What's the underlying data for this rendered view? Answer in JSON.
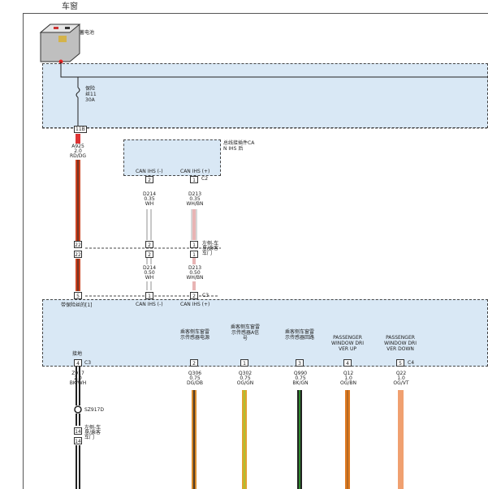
{
  "page": {
    "title": "车窗"
  },
  "battery": {
    "label": "蓄电池"
  },
  "fuse": {
    "label_line1": "保险",
    "label_line2": "丝11",
    "rating": "30A"
  },
  "module_top": {
    "label_line1": "总线接插件CA",
    "label_line2": "N IHS 后"
  },
  "inline_connector": {
    "label_line1": "左侧-车",
    "label_line2": "身/乘客",
    "label_line3": "车门"
  },
  "inline_connector2": {
    "label_line1": "左侧-车",
    "label_line2": "身/乘客",
    "label_line3": "车门"
  },
  "connectors": {
    "fuse_out": "11B",
    "c2": "C2",
    "c3": "C3",
    "c3b": "C3",
    "c4": "C4",
    "fuse_module_label": "带保险丝的[1]",
    "ground_label": "接地"
  },
  "pins": {
    "p22a": "22",
    "p22b": "22",
    "p5": "5",
    "c2_2": "2",
    "c2_1": "1",
    "mid_2": "2",
    "mid_1": "1",
    "mid_1b": "1",
    "mid_2b": "2",
    "low_1": "1",
    "low_2": "2",
    "g4": "4",
    "s2": "2",
    "s1": "1",
    "s3": "3",
    "s4": "4",
    "s5": "5",
    "p14a": "14",
    "p14b": "14"
  },
  "can_labels": {
    "can_l_top": "CAN IHS (-)",
    "can_h_top": "CAN IHS (+)",
    "can_l_bot": "CAN IHS (-)",
    "can_h_bot": "CAN IHS (+)"
  },
  "wires": {
    "a925": {
      "id": "A925",
      "gauge": "2.0",
      "color": "RD/DG"
    },
    "d214_top": {
      "id": "D214",
      "gauge": "0.35",
      "color": "WH"
    },
    "d213_top": {
      "id": "D213",
      "gauge": "0.35",
      "color": "WH/BN"
    },
    "d214_bot": {
      "id": "D214",
      "gauge": "0.50",
      "color": "WH"
    },
    "d213_bot": {
      "id": "D213",
      "gauge": "0.50",
      "color": "WH/BN"
    },
    "z917": {
      "id": "Z917",
      "gauge": "2.0",
      "color": "BK/WH"
    },
    "q306": {
      "id": "Q306",
      "gauge": "0.75",
      "color": "DG/DB"
    },
    "q302": {
      "id": "Q302",
      "gauge": "0.75",
      "color": "OG/GN"
    },
    "q990": {
      "id": "Q990",
      "gauge": "0.75",
      "color": "BK/GN"
    },
    "q12": {
      "id": "Q12",
      "gauge": "1.0",
      "color": "OG/BN"
    },
    "q22": {
      "id": "Q22",
      "gauge": "1.0",
      "color": "OG/VT"
    }
  },
  "splice": {
    "id": "SZ917D"
  },
  "switch_labels": {
    "s1_l1": "乘客侧车窗雷",
    "s1_l2": "示传感器电源",
    "s2_l1": "乘客侧车窗雷",
    "s2_l2": "示传感器A信",
    "s2_l3": "号",
    "s3_l1": "乘客侧车窗雷",
    "s3_l2": "示传感器回路",
    "s4_l1": "PASSENGER",
    "s4_l2": "WINDOW DRI",
    "s4_l3": "VER UP",
    "s5_l1": "PASSENGER",
    "s5_l2": "WINDOW DRI",
    "s5_l3": "VER DOWN"
  }
}
